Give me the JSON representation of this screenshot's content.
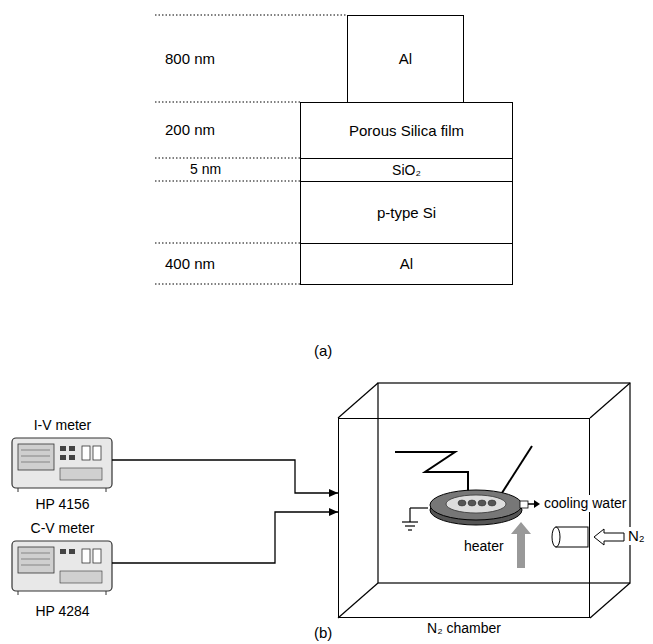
{
  "diagram": {
    "nodes": [
      {
        "text": [
          "Al"
        ]
      },
      {
        "text": [
          "Porous Silica film"
        ]
      },
      {
        "text": [
          "SiO₂"
        ]
      },
      {
        "text": [
          "p-type Si"
        ]
      },
      {
        "text": [
          "Al"
        ]
      },
      {
        "text": [
          "I-V meter",
          "HP 4156"
        ]
      },
      {
        "text": [
          "C-V meter",
          "HP 4284"
        ]
      },
      {
        "text": [
          "N₂ chamber"
        ]
      }
    ],
    "edges": [
      {
        "from": 5,
        "to": 7,
        "arrow": "to"
      },
      {
        "from": 6,
        "to": 7,
        "arrow": "to"
      }
    ],
    "labels": [
      "800 nm",
      "200 nm",
      "5 nm",
      "400 nm",
      "(a)",
      "cooling water",
      "heater",
      "N₂",
      "(b)"
    ]
  }
}
